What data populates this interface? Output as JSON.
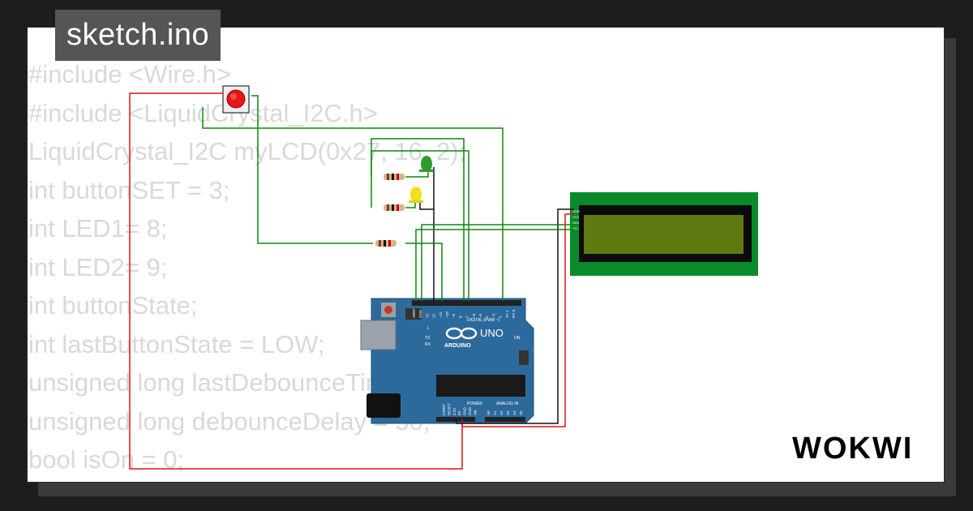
{
  "file": {
    "name": "sketch.ino"
  },
  "code_lines": [
    "#include <Wire.h>",
    "#include <LiquidCrystal_I2C.h>",
    "LiquidCrystal_I2C myLCD(0x27, 16, 2);",
    "int buttonSET = 3;",
    "int LED1= 8;",
    "int LED2= 9;",
    "int buttonState;",
    "int lastButtonState = LOW;",
    "unsigned long lastDebounceTime = 0;",
    "unsigned long debounceDelay = 50;",
    "bool isOn = 0;"
  ],
  "arduino": {
    "model": "UNO",
    "brand": "ARDUINO",
    "header_digital": "DIGITAL (PWM ~)",
    "header_power": "POWER",
    "header_analog": "ANALOG IN",
    "pin_labels_top": [
      "AREF",
      "GND",
      "13",
      "12",
      "~11",
      "~10",
      "~9",
      "8",
      "7",
      "~6",
      "~5",
      "4",
      "~3",
      "2",
      "TX 1",
      "RX 0"
    ],
    "pin_labels_power": [
      "IOREF",
      "RESET",
      "3.3V",
      "5V",
      "GND",
      "GND",
      "Vin"
    ],
    "pin_labels_analog": [
      "A0",
      "A1",
      "A2",
      "A3",
      "A4",
      "A5"
    ],
    "led_labels": [
      "L",
      "TX",
      "RX",
      "ON"
    ]
  },
  "lcd": {
    "pins": [
      "GND",
      "VCC",
      "SDA",
      "SCL"
    ]
  },
  "brand": {
    "logo": "WOKWI"
  },
  "colors": {
    "wire_green": "#0a8a0a",
    "wire_red": "#e01010",
    "wire_black": "#111111",
    "board": "#2c6a9c",
    "lcd_pcb": "#0a8a2a",
    "lcd_screen": "#5f7a10"
  }
}
